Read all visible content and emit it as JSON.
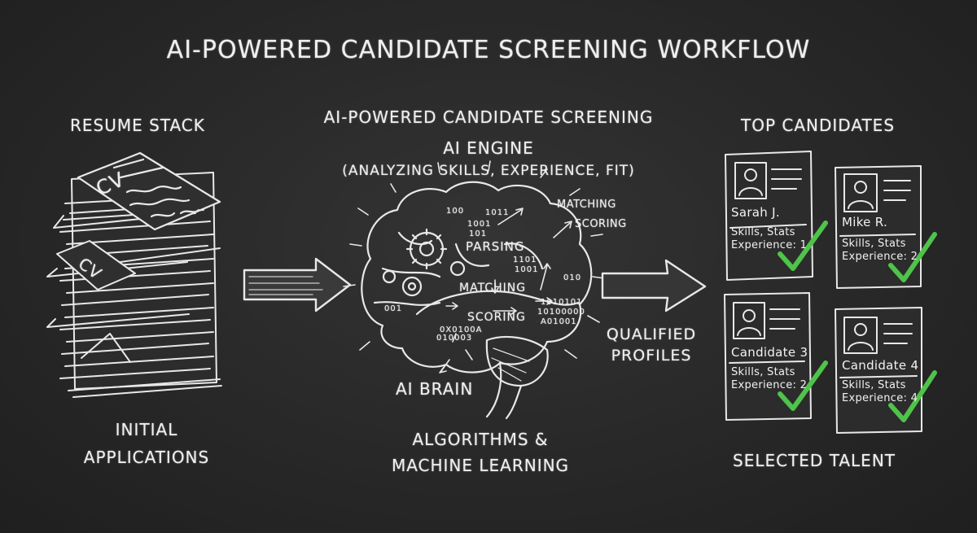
{
  "title": "AI-POWERED CANDIDATE SCREENING WORKFLOW",
  "left": {
    "heading": "RESUME STACK",
    "doc_label_1": "CV",
    "doc_label_2": "CV",
    "footer_line1": "INITIAL",
    "footer_line2": "APPLICATIONS"
  },
  "middle": {
    "heading": "AI-POWERED CANDIDATE SCREENING",
    "engine": "AI ENGINE",
    "engine_sub": "(ANALYZING SKILLS, EXPERIENCE, FIT)",
    "brain_labels": {
      "parsing": "PARSING",
      "matching_inner": "MATCHING",
      "scoring_inner": "SCORING",
      "matching_outer": "MATCHING",
      "scoring_outer": "SCORING",
      "bits_1": "100",
      "bits_2": "1011",
      "bits_3": "1001",
      "bits_4": "101",
      "bits_5": "1101",
      "bits_6": "1001",
      "bits_7": "010",
      "bits_8": "1010101",
      "bits_9": "10100000",
      "bits_10": "A01001",
      "bits_11": "0X0100A",
      "bits_12": "010003",
      "bits_13": "001"
    },
    "brain_caption": "AI BRAIN",
    "footer_line1": "ALGORITHMS &",
    "footer_line2": "MACHINE LEARNING"
  },
  "qualified": {
    "line1": "QUALIFIED",
    "line2": "PROFILES"
  },
  "right": {
    "heading": "TOP CANDIDATES",
    "footer": "SELECTED TALENT",
    "cards": [
      {
        "name": "Sarah J.",
        "line1": "Skills, Stats",
        "line2": "Experience: 1"
      },
      {
        "name": "Mike R.",
        "line1": "Skills, Stats",
        "line2": "Experience: 2"
      },
      {
        "name": "Candidate 3",
        "line1": "Skills, Stats",
        "line2": "Experience: 2"
      },
      {
        "name": "Candidate 4",
        "line1": "Skills, Stats",
        "line2": "Experience: 4"
      }
    ],
    "check_color": "#4fc34a"
  },
  "colors": {
    "chalk": "#efefef",
    "board": "#2a2a2a"
  }
}
